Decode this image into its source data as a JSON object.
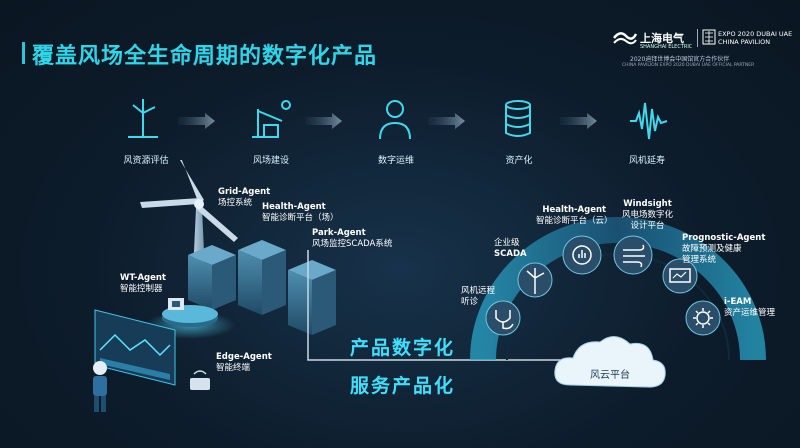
{
  "title": "覆盖风场全生命周期的数字化产品",
  "brand": {
    "name_cn": "上海电气",
    "name_en": "SHANGHAI ELECTRIC",
    "expo_line1": "EXPO 2020 DUBAI UAE",
    "expo_line2": "CHINA PAVILION",
    "partner_cn": "2020迪拜世博会中国馆官方合作伙伴",
    "partner_en": "CHINA PAVILION EXPO 2020 DUBAI UAE OFFICIAL PARTNER"
  },
  "steps": [
    {
      "label": "风资源评估",
      "icon": "wind-turbine-icon"
    },
    {
      "label": "风场建设",
      "icon": "construction-icon"
    },
    {
      "label": "数字运维",
      "icon": "engineer-icon"
    },
    {
      "label": "资产化",
      "icon": "coin-stack-icon"
    },
    {
      "label": "风机延寿",
      "icon": "waveform-icon"
    }
  ],
  "left_labels": {
    "grid_agent": {
      "name": "Grid-Agent",
      "desc": "场控系统"
    },
    "health_agent": {
      "name": "Health-Agent",
      "desc": "智能诊断平台（场）"
    },
    "park_agent": {
      "name": "Park-Agent",
      "desc": "风场监控SCADA系统"
    },
    "wt_agent": {
      "name": "WT-Agent",
      "desc": "智能控制器"
    },
    "edge_agent": {
      "name": "Edge-Agent",
      "desc": "智能终端"
    }
  },
  "center": {
    "line1": "产品数字化",
    "line2": "服务产品化"
  },
  "arc_labels": {
    "remote": {
      "l1": "风机远程",
      "l2": "听诊"
    },
    "scada": {
      "l1": "企业级",
      "l2": "SCADA"
    },
    "health_cloud": {
      "name": "Health-Agent",
      "desc": "智能诊断平台（云）"
    },
    "windsight": {
      "name": "Windsight",
      "l2": "风电场数字化",
      "l3": "设计平台"
    },
    "prognostic": {
      "name": "Prognostic-Agent",
      "l2": "故障预测及健康",
      "l3": "管理系统"
    },
    "ieam": {
      "name": "i-EAM",
      "desc": "资产运维管理"
    }
  },
  "cloud_platform": "风云平台",
  "colors": {
    "accent": "#2fd5e8",
    "dark_bg": "#0d1c2b",
    "circle": "#2a4d6a"
  }
}
